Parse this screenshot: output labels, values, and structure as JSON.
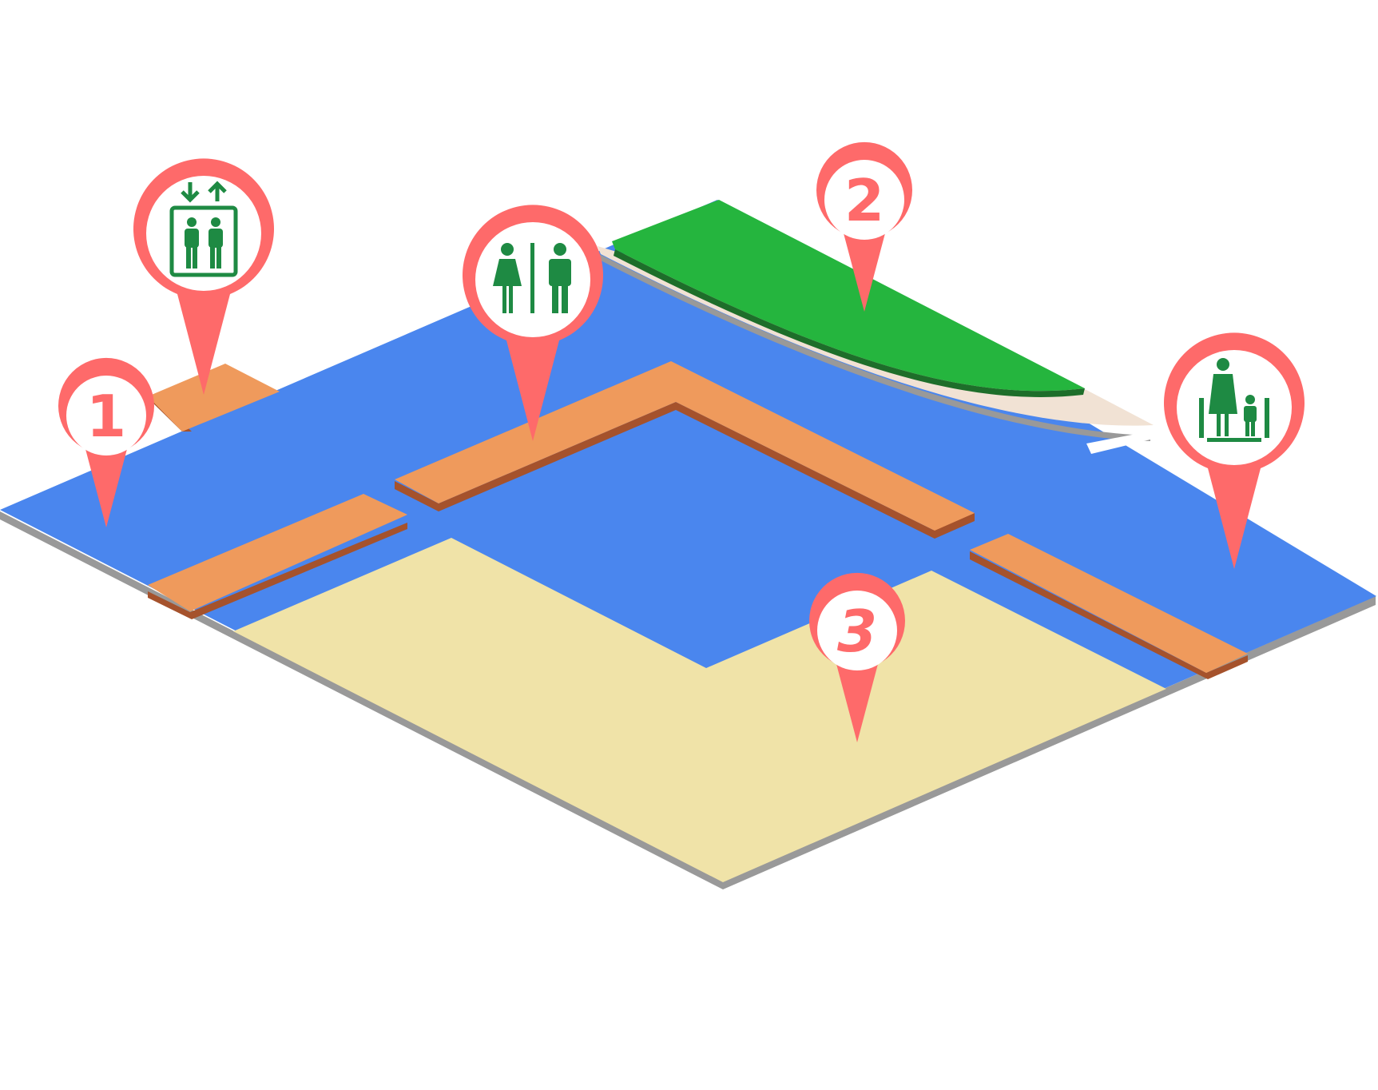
{
  "map": {
    "colors": {
      "floor": "#4a86ee",
      "floor_shadow": "#999999",
      "corridor": "#ef9a5c",
      "corridor_shadow": "#a5522c",
      "sand": "#f0e3a8",
      "green": "#25b53e",
      "green_shadow": "#1e6e2a",
      "beige": "#f1e2d4",
      "pin": "#fe6a6a",
      "pin_inner": "#ffffff",
      "icon": "#1e8a43"
    },
    "markers": [
      {
        "id": "marker-1",
        "label": "1",
        "type": "number"
      },
      {
        "id": "marker-2",
        "label": "2",
        "type": "number"
      },
      {
        "id": "marker-3",
        "label": "3",
        "type": "number"
      },
      {
        "id": "marker-elevator",
        "icon": "elevator-icon",
        "type": "icon"
      },
      {
        "id": "marker-restroom",
        "icon": "restroom-icon",
        "type": "icon"
      },
      {
        "id": "marker-family",
        "icon": "family-escalator-icon",
        "type": "icon"
      }
    ]
  }
}
